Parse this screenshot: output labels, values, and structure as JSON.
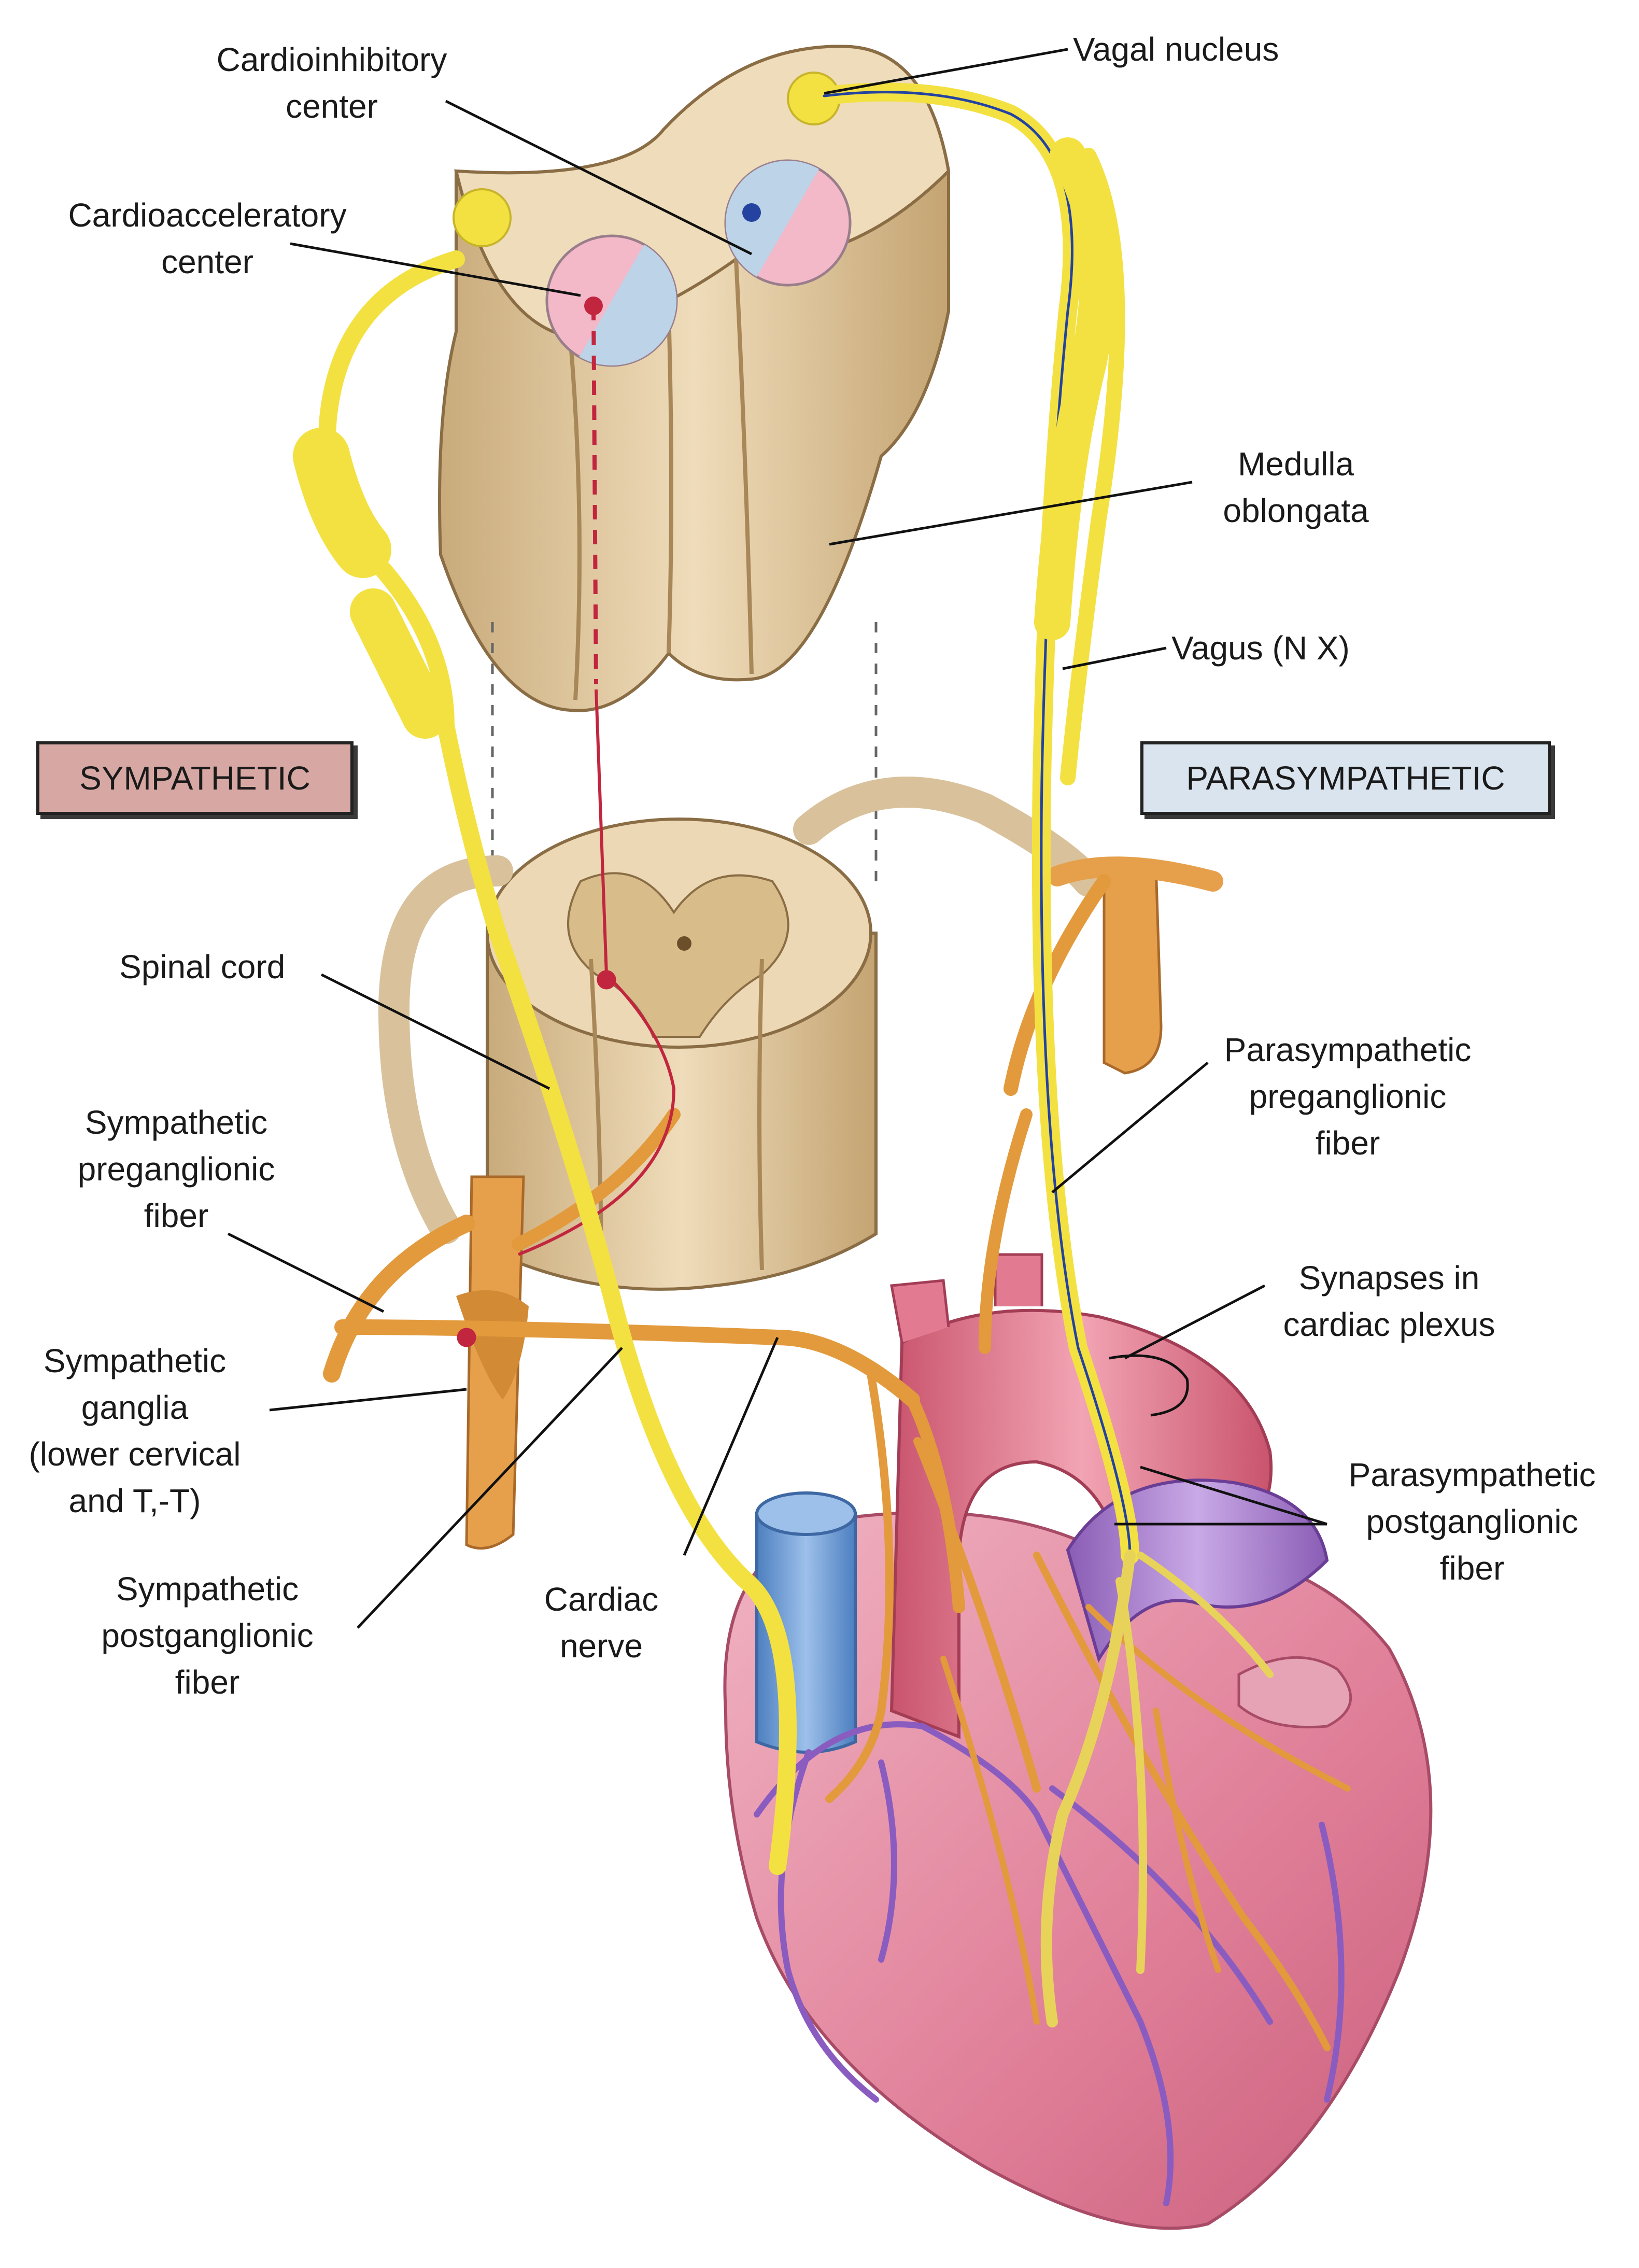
{
  "labels": {
    "vagal_nucleus": [
      "Vagal nucleus"
    ],
    "cardioinhibitory_center": [
      "Cardioinhibitory",
      "center"
    ],
    "cardioacceleratory_center": [
      "Cardioacceleratory",
      "center"
    ],
    "medulla_oblongata": [
      "Medulla",
      "oblongata"
    ],
    "vagus": [
      "Vagus (N X)"
    ],
    "spinal_cord": [
      "Spinal cord"
    ],
    "sympathetic_preganglionic_fiber": [
      "Sympathetic",
      "preganglionic",
      "fiber"
    ],
    "parasympathetic_preganglionic_fiber": [
      "Parasympathetic",
      "preganglionic",
      "fiber"
    ],
    "synapses_in_cardiac_plexus": [
      "Synapses in",
      "cardiac plexus"
    ],
    "sympathetic_ganglia": [
      "Sympathetic",
      "ganglia",
      "(lower cervical",
      "and T,-T)"
    ],
    "parasympathetic_postganglionic_fiber": [
      "Parasympathetic",
      "postganglionic",
      "fiber"
    ],
    "sympathetic_postganglionic_fiber": [
      "Sympathetic",
      "postganglionic",
      "fiber"
    ],
    "cardiac_nerve": [
      "Cardiac",
      "nerve"
    ]
  },
  "boxes": {
    "sympathetic": "SYMPATHETIC",
    "parasympathetic": "PARASYMPATHETIC"
  },
  "colors": {
    "sympathetic_box": "#d7a8a3",
    "parasympathetic_box": "#d9e4ee",
    "nerve_yellow": "#f3e142",
    "fiber_orange": "#e29a3c",
    "tissue_beige": "#e8d3ad",
    "heart_pink": "#e58fa5",
    "vessel_blue": "#6f9ed6",
    "vessel_purple": "#9a6fc2"
  }
}
